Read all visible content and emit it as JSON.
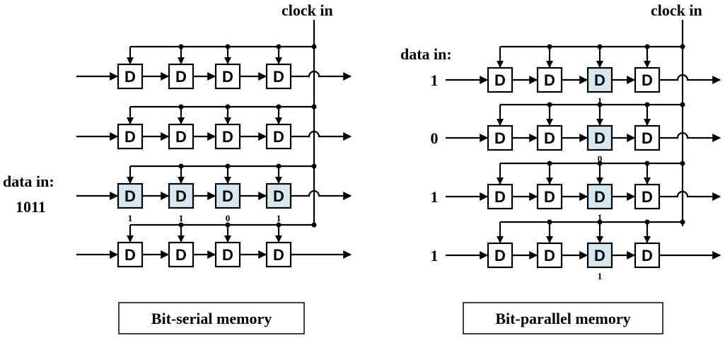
{
  "serial": {
    "clock_label": "clock in",
    "data_label_line1": "data in:",
    "data_label_line2": "1011",
    "caption": "Bit-serial memory",
    "highlight_row": 2,
    "bit_labels": [
      "1",
      "1",
      "0",
      "1"
    ]
  },
  "parallel": {
    "clock_label": "clock in",
    "data_label": "data in:",
    "row_inputs": [
      "1",
      "0",
      "1",
      "1"
    ],
    "highlight_col": 2,
    "bit_labels": [
      "1",
      "0",
      "1",
      "1"
    ]
  },
  "parallel_caption": "Bit-parallel memory",
  "cell_label": "D",
  "colors": {
    "highlight_fill": "#d5e8f0",
    "cell_fill": "#ffffff",
    "stroke": "#000000"
  }
}
